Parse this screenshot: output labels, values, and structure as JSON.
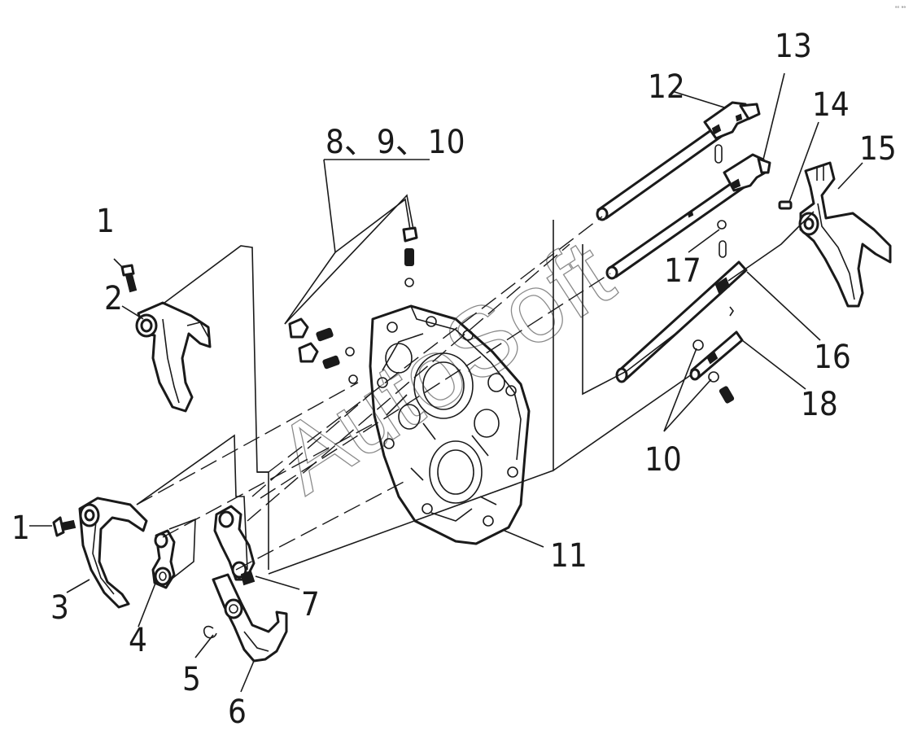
{
  "callouts": {
    "c1a": "1",
    "c1b": "1",
    "c2": "2",
    "c3": "3",
    "c4": "4",
    "c5": "5",
    "c6": "6",
    "c7": "7",
    "c8_9_10": "8、9、10",
    "c10": "10",
    "c11": "11",
    "c12": "12",
    "c13": "13",
    "c14": "14",
    "c15": "15",
    "c16": "16",
    "c17": "17",
    "c18": "18"
  },
  "watermark": "AutoSoft",
  "corner_mark": "ᵃˢ ᵃᵃ",
  "colors": {
    "ink": "#1a1a1a",
    "paper": "#ffffff"
  }
}
